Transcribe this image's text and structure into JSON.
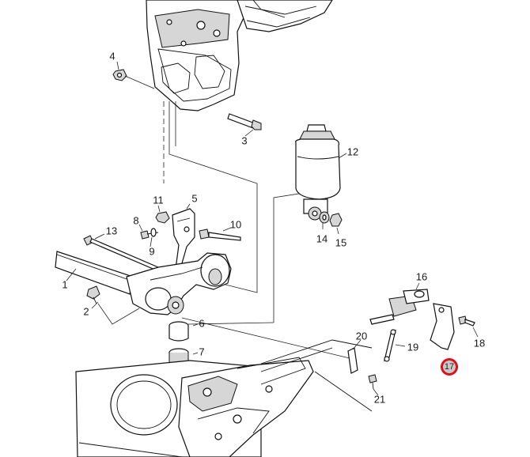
{
  "callouts": [
    {
      "id": "1",
      "label": "1"
    },
    {
      "id": "2",
      "label": "2"
    },
    {
      "id": "3",
      "label": "3"
    },
    {
      "id": "4",
      "label": "4"
    },
    {
      "id": "5",
      "label": "5"
    },
    {
      "id": "6",
      "label": "6"
    },
    {
      "id": "7",
      "label": "7"
    },
    {
      "id": "8",
      "label": "8"
    },
    {
      "id": "9",
      "label": "9"
    },
    {
      "id": "10",
      "label": "10"
    },
    {
      "id": "11",
      "label": "11"
    },
    {
      "id": "12",
      "label": "12"
    },
    {
      "id": "13",
      "label": "13"
    },
    {
      "id": "14",
      "label": "14"
    },
    {
      "id": "15",
      "label": "15"
    },
    {
      "id": "16",
      "label": "16"
    },
    {
      "id": "17",
      "label": "17",
      "highlighted": true
    },
    {
      "id": "18",
      "label": "18"
    },
    {
      "id": "19",
      "label": "19"
    },
    {
      "id": "20",
      "label": "20"
    },
    {
      "id": "21",
      "label": "21"
    }
  ],
  "highlight_color": "#e0101a"
}
